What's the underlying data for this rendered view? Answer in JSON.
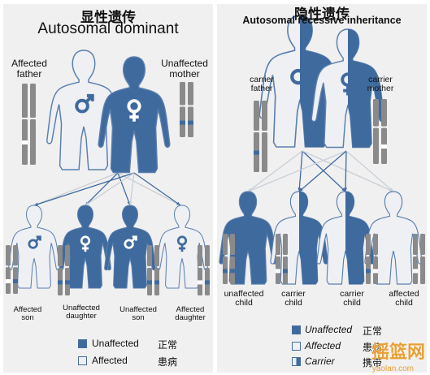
{
  "colors": {
    "affected": "#3f6a9e",
    "unaffected_fill": "#eef0f4",
    "chromosome": "#8a8a8a",
    "line": "#3f6a9e",
    "line_light": "#c9cfd8"
  },
  "left": {
    "title_cn": "显性遗传",
    "title_en": "Autosomal dominant",
    "father_label": [
      "Affected",
      "father"
    ],
    "mother_label": [
      "Unaffected",
      "mother"
    ],
    "children": [
      {
        "label": [
          "Affected",
          "son"
        ]
      },
      {
        "label": [
          "Unaffected",
          "daughter"
        ]
      },
      {
        "label": [
          "Unaffected",
          "son"
        ]
      },
      {
        "label": [
          "Affected",
          "daughter"
        ]
      }
    ],
    "legend": [
      {
        "en": "Unaffected",
        "cn": "正常",
        "icon": "filled-square"
      },
      {
        "en": "Affected",
        "cn": "患病",
        "icon": "empty-square"
      }
    ]
  },
  "right": {
    "title_cn": "隐性遗传",
    "title_en": "Autosomal recessive inheritance",
    "father_label": [
      "carrier",
      "father"
    ],
    "mother_label": [
      "carrier",
      "mother"
    ],
    "children": [
      {
        "label": [
          "unaffected",
          "child"
        ]
      },
      {
        "label": [
          "carrier",
          "child"
        ]
      },
      {
        "label": [
          "carrier",
          "child"
        ]
      },
      {
        "label": [
          "affected",
          "child"
        ]
      }
    ],
    "legend": [
      {
        "en": "Unaffected",
        "cn": "正常",
        "icon": "filled-square"
      },
      {
        "en": "Affected",
        "cn": "患病",
        "icon": "empty-square"
      },
      {
        "en": "Carrier",
        "cn": "携带",
        "icon": "half-square"
      }
    ]
  },
  "watermark": {
    "text": "摇篮网",
    "url": "yaolan.com"
  }
}
